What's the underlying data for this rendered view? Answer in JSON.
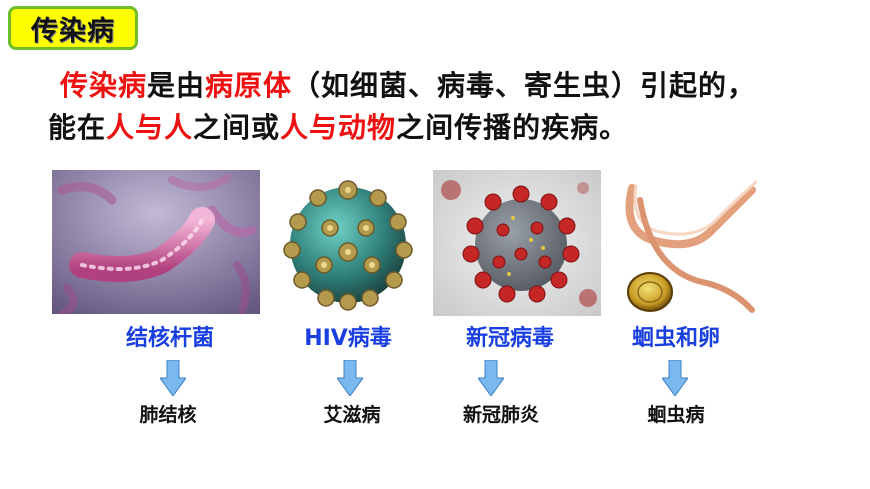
{
  "title": "传染病",
  "definition": {
    "line1": [
      {
        "text": "传染病",
        "highlight": true
      },
      {
        "text": "是由",
        "highlight": false
      },
      {
        "text": "病原体",
        "highlight": true
      },
      {
        "text": "（如细菌、病毒、寄生虫）引起的，",
        "highlight": false
      }
    ],
    "line2": [
      {
        "text": "能在",
        "highlight": false
      },
      {
        "text": "人与人",
        "highlight": true
      },
      {
        "text": "之间或",
        "highlight": false
      },
      {
        "text": "人与动物",
        "highlight": true
      },
      {
        "text": "之间传播的疾病。",
        "highlight": false
      }
    ]
  },
  "pathogens": [
    {
      "name": "结核杆菌",
      "disease": "肺结核",
      "icon": "tuberculosis-bacteria-image"
    },
    {
      "name": "HIV病毒",
      "disease": "艾滋病",
      "icon": "hiv-virus-image"
    },
    {
      "name": "新冠病毒",
      "disease": "新冠肺炎",
      "icon": "coronavirus-image"
    },
    {
      "name": "蛔虫和卵",
      "disease": "蛔虫病",
      "icon": "roundworm-and-egg-image"
    }
  ],
  "colors": {
    "highlight": "#ee1111",
    "pathogen_label": "#1a3fe0",
    "title_bg": "#ffff00",
    "title_border": "#6fbf2a",
    "arrow_fill": "#7ab8f0"
  }
}
